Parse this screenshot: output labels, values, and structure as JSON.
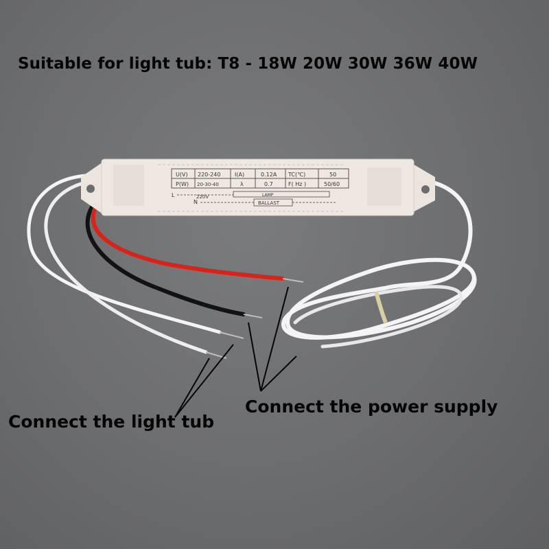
{
  "headline": "Suitable for light tub: T8 - 18W 20W 30W 36W 40W",
  "callouts": {
    "light_tube": "Connect the light tub",
    "power_supply": "Connect the power supply"
  },
  "label_table": {
    "row1": [
      "U(V)",
      "220-240",
      "I(A)",
      "0.12A",
      "TC(℃)",
      "50"
    ],
    "row2": [
      "P(W)",
      "20-30-40",
      "λ",
      "0.7",
      "F( Hz )",
      "50/60"
    ]
  },
  "wiring_diagram": {
    "l_terminal": "L",
    "n_terminal": "N",
    "voltage": "220V",
    "lamp": "LAMP",
    "ballast": "BALLAST"
  },
  "colors": {
    "background": "#6c6d6f",
    "ballast_body": "#efe7e1",
    "wire_white": "#f4f4f6",
    "wire_red": "#d8231b",
    "wire_black": "#121212",
    "text": "#050505"
  }
}
